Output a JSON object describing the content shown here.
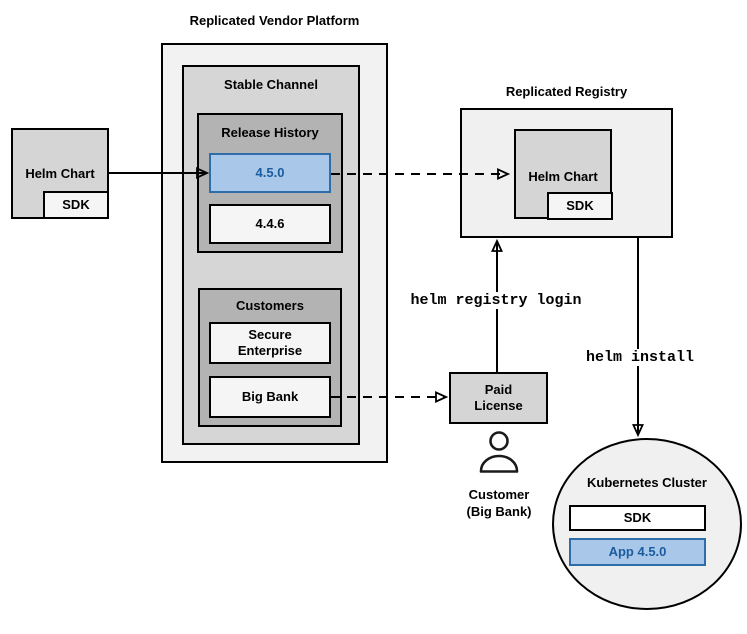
{
  "colors": {
    "highlight_fill": "#a9c7e8",
    "highlight_border": "#2e6da8",
    "highlight_text": "#1b5c9e",
    "box_gray": "#d5d5d5",
    "panel_light": "#f2f2f2",
    "panel_dark": "#b3b3b3"
  },
  "vendor_platform": {
    "title": "Replicated Vendor Platform",
    "stable_channel": {
      "title": "Stable Channel",
      "release_history": {
        "title": "Release History",
        "releases": [
          {
            "version": "4.5.0",
            "highlighted": true
          },
          {
            "version": "4.4.6",
            "highlighted": false
          }
        ]
      },
      "customers": {
        "title": "Customers",
        "items": [
          {
            "name": "Secure Enterprise"
          },
          {
            "name": "Big Bank"
          }
        ]
      }
    }
  },
  "source": {
    "helm_chart": "Helm Chart",
    "sdk": "SDK"
  },
  "registry": {
    "title": "Replicated Registry",
    "helm_chart": "Helm Chart",
    "sdk": "SDK"
  },
  "license": {
    "paid_license": "Paid License",
    "customer_line1": "Customer",
    "customer_line2": "(Big Bank)"
  },
  "commands": {
    "registry_login": "helm registry login",
    "install": "helm install"
  },
  "kubernetes": {
    "title": "Kubernetes Cluster",
    "sdk": "SDK",
    "app": "App 4.5.0"
  }
}
